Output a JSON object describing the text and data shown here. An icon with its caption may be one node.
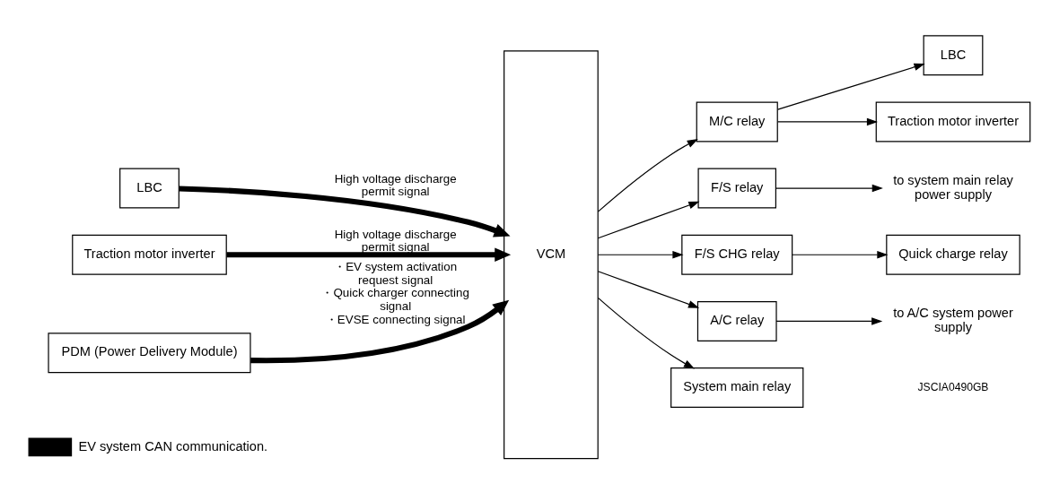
{
  "diagram": {
    "nodes": [
      {
        "text": [
          "LBC"
        ]
      },
      {
        "text": [
          "Traction motor inverter"
        ]
      },
      {
        "text": [
          "PDM (Power Delivery Module)"
        ]
      },
      {
        "text": [
          "VCM"
        ]
      },
      {
        "text": [
          "M/C relay"
        ]
      },
      {
        "text": [
          "LBC"
        ]
      },
      {
        "text": [
          "Traction motor inverter"
        ]
      },
      {
        "text": [
          "F/S relay"
        ]
      },
      {
        "text": [
          "to system main relay power supply"
        ]
      },
      {
        "text": [
          "F/S CHG relay"
        ]
      },
      {
        "text": [
          "Quick charge relay"
        ]
      },
      {
        "text": [
          "A/C relay"
        ]
      },
      {
        "text": [
          "to A/C system power supply"
        ]
      },
      {
        "text": [
          "System main relay"
        ]
      }
    ],
    "edges": [
      {
        "from": 0,
        "to": 3,
        "arrow": "to",
        "label": "High voltage discharge permit signal",
        "style": "thick"
      },
      {
        "from": 1,
        "to": 3,
        "arrow": "to",
        "label": "High voltage discharge permit signal",
        "style": "thick"
      },
      {
        "from": 2,
        "to": 3,
        "arrow": "to",
        "label": "・EV system activation request signal ・Quick charger connecting signal ・EVSE connecting signal",
        "style": "thick"
      },
      {
        "from": 3,
        "to": 4,
        "arrow": "to"
      },
      {
        "from": 4,
        "to": 5,
        "arrow": "to"
      },
      {
        "from": 4,
        "to": 6,
        "arrow": "to"
      },
      {
        "from": 3,
        "to": 7,
        "arrow": "to"
      },
      {
        "from": 7,
        "to": 8,
        "arrow": "to"
      },
      {
        "from": 3,
        "to": 9,
        "arrow": "to"
      },
      {
        "from": 9,
        "to": 10,
        "arrow": "to"
      },
      {
        "from": 3,
        "to": 11,
        "arrow": "to"
      },
      {
        "from": 11,
        "to": 12,
        "arrow": "to"
      },
      {
        "from": 3,
        "to": 13,
        "arrow": "to"
      }
    ],
    "labels": [
      "JSCIA0490GB"
    ],
    "legend": [
      {
        "text": "EV system CAN communication."
      }
    ]
  }
}
